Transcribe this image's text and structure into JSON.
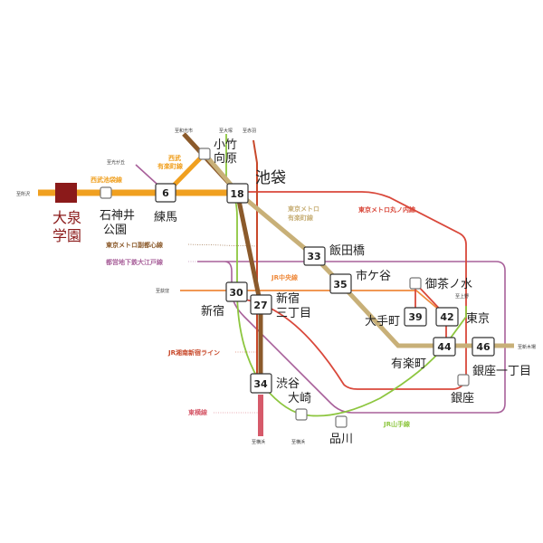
{
  "colors": {
    "seibu_ikebukuro": "#f0a020",
    "seibu_yurakucho": "#f0a020",
    "fukutoshin": "#8b5a2b",
    "yurakucho": "#c8b078",
    "marunouchi": "#d9483b",
    "oedo": "#a8609a",
    "jr_chuo": "#ef8a3c",
    "shonan_shinjuku": "#c8482a",
    "toyoko": "#d65a6a",
    "yamanote": "#8dc63f",
    "destination": "#8b1a1a",
    "box_border": "#333333"
  },
  "destination": {
    "line1": "大泉",
    "line2": "学園"
  },
  "minute_boxes": [
    "6",
    "18",
    "33",
    "35",
    "30",
    "27",
    "39",
    "42",
    "44",
    "46",
    "34"
  ],
  "stations": {
    "ikebukuro": "池袋",
    "kotake1": "小竹",
    "kotake2": "向原",
    "shakujii1": "石神井",
    "shakujii2": "公園",
    "nerima": "練馬",
    "iidabashi": "飯田橋",
    "ichigaya": "市ケ谷",
    "ochanomizu": "御茶ノ水",
    "shinjuku": "新宿",
    "sanchome1": "新宿",
    "sanchome2": "三丁目",
    "otemachi": "大手町",
    "tokyo": "東京",
    "yurakucho": "有楽町",
    "ginza1": "銀座一丁目",
    "ginza": "銀座",
    "shibuya": "渋谷",
    "osaki": "大崎",
    "shinagawa": "品川"
  },
  "line_labels": {
    "seibu_ikebukuro": "西武池袋線",
    "seibu_yurakucho1": "西武",
    "seibu_yurakucho2": "有楽町線",
    "yurakucho1": "東京メトロ",
    "yurakucho2": "有楽町線",
    "marunouchi": "東京メトロ丸ノ内線",
    "fukutoshin": "東京メトロ副都心線",
    "oedo": "都営地下鉄大江戸線",
    "jr_chuo": "JR中央線",
    "shonan_shinjuku": "JR湘南新宿ライン",
    "toyoko": "東横線",
    "yamanote": "JR山手線"
  },
  "directions": {
    "tokorozawa": "至所沢",
    "hikarigaoka": "至光が丘",
    "wakoshi": "至和光市",
    "otsuka": "至大塚",
    "akabane": "至赤羽",
    "ogikubo": "至荻窪",
    "ueno": "至上野",
    "shinkiba": "至新木場",
    "yokohama1": "至横浜",
    "yokohama2": "至横浜"
  }
}
